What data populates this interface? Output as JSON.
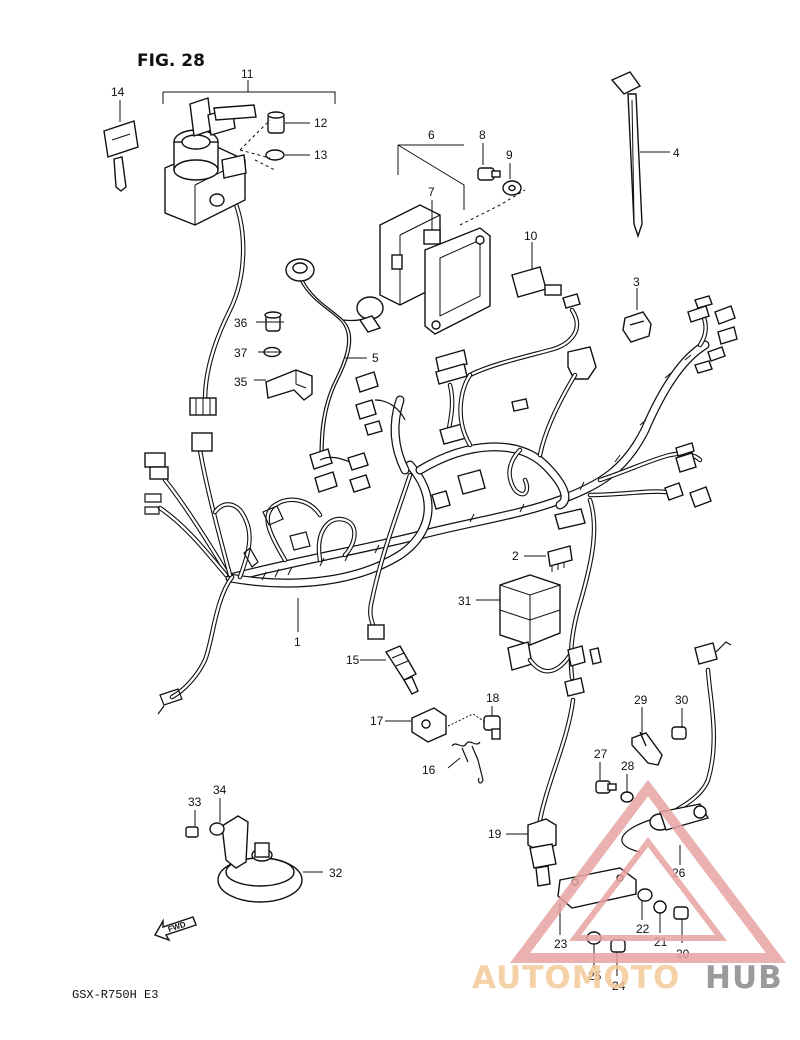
{
  "figure_title": "FIG. 28",
  "model_code": "GSX-R750H  E3",
  "fwd_label": "FWD",
  "watermark": {
    "text_a": "AUTOMOTO",
    "text_b": "HUB",
    "color_a": "#f4c998",
    "color_b": "#8a8a8a",
    "triangle_color": "#e8a3a3"
  },
  "callouts": [
    "1",
    "2",
    "3",
    "4",
    "5",
    "6",
    "7",
    "8",
    "9",
    "10",
    "11",
    "12",
    "13",
    "14",
    "15",
    "16",
    "17",
    "18",
    "19",
    "20",
    "21",
    "22",
    "23",
    "24",
    "25",
    "26",
    "27",
    "28",
    "29",
    "30",
    "31",
    "32",
    "33",
    "34",
    "35",
    "36",
    "37"
  ]
}
